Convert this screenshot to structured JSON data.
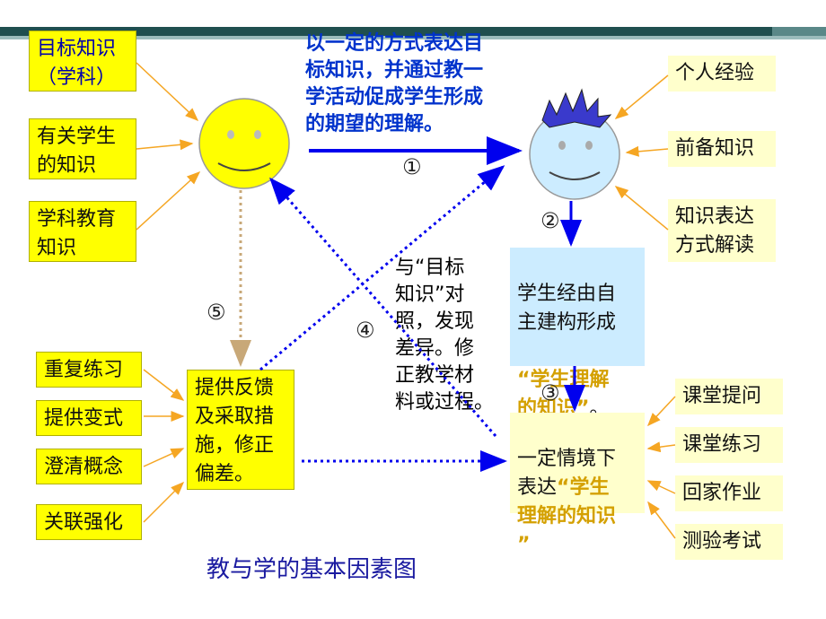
{
  "left_inputs": [
    "目标知识\n（学科）",
    "有关学生\n的知识",
    "学科教育\n知识"
  ],
  "right_inputs": [
    "个人经验",
    "前备知识",
    "知识表达\n方式解读"
  ],
  "teacher_caption": "以一定的方式表达目\n标知识，并通过教一\n学活动促成学生形成\n的期望的理解。",
  "student_construct": {
    "prefix": "学生经由自\n主建构形成",
    "highlight": "“学生理解\n的知识”",
    "suffix": "。"
  },
  "expression": {
    "prefix": "一定情境下\n表达",
    "highlight": "“学生\n理解的知识\n”"
  },
  "compare_caption": "与“目标\n知识”对\n照，发现\n差异。修\n正教学材\n料或过程。",
  "feedback_box": "提供反馈\n及采取措\n施，修正\n偏差。",
  "feedback_methods": [
    "重复练习",
    "提供变式",
    "澄清概念",
    "关联强化"
  ],
  "assessment_methods": [
    "课堂提问",
    "课堂练习",
    "回家作业",
    "测验考试"
  ],
  "step_numbers": [
    "①",
    "②",
    "③",
    "④",
    "⑤"
  ],
  "title": "教与学的基本因素图",
  "colors": {
    "yellow": "#ffff00",
    "pale_yellow": "#ffffcc",
    "light_blue": "#ccecff",
    "arrow_orange": "#f5a623",
    "arrow_blue": "#0000ee",
    "highlight_text": "#d4a000",
    "caption_blue": "#0033cc",
    "title_blue": "#1a1aa0",
    "dotted_tan": "#c8a878"
  }
}
